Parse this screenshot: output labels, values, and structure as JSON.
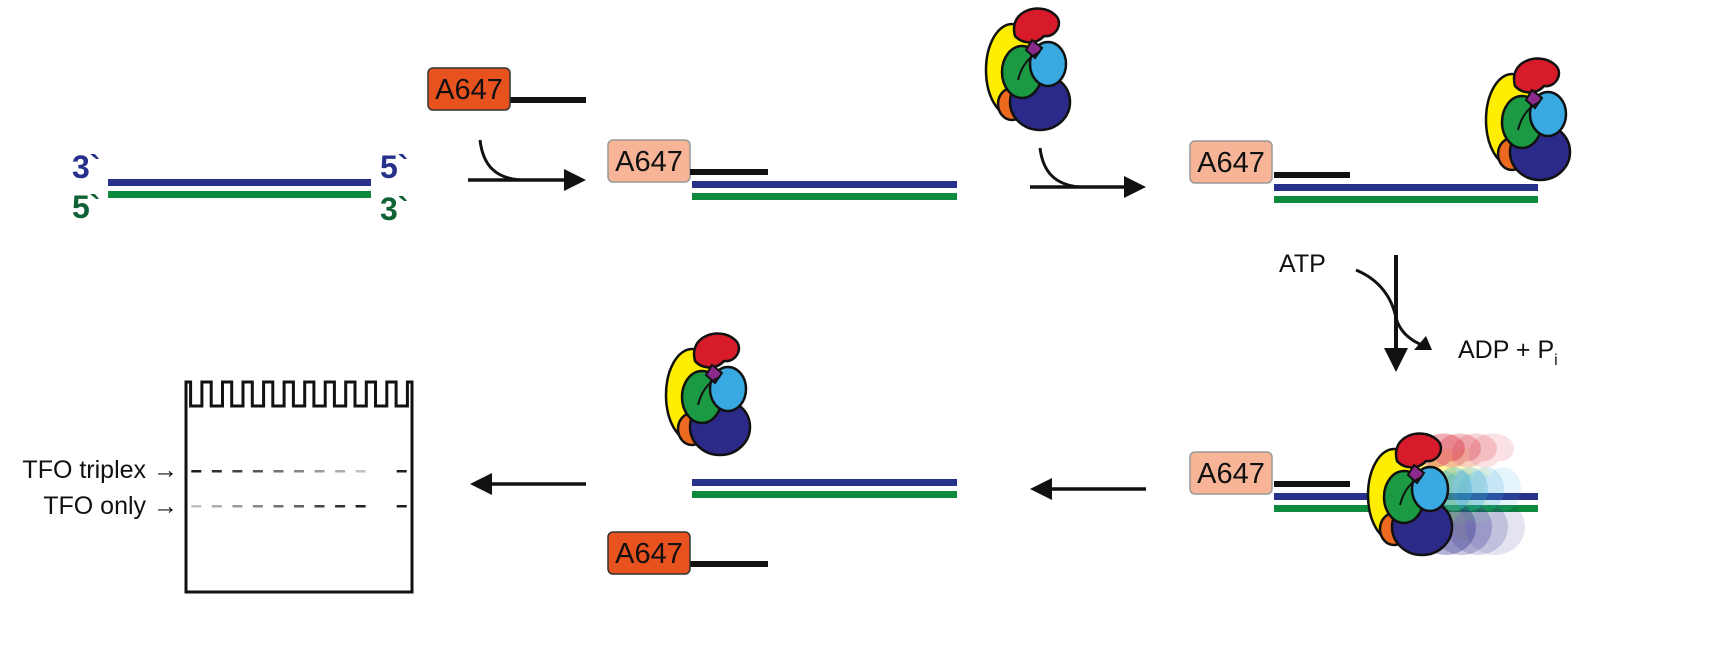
{
  "labels": {
    "three_prime": "3`",
    "five_prime": "5`",
    "fluor_tag": "A647",
    "atp": "ATP",
    "adp_pi": "ADP + P",
    "pi_subscript": "i",
    "tfo_triplex": "TFO triplex →",
    "tfo_only": "TFO only →"
  },
  "colors": {
    "top_strand": "#27318c",
    "bottom_strand": "#0e8a3c",
    "three_prime_label": "#27318c",
    "five_prime_label": "#0f6234",
    "tag_bright": "#e8521e",
    "tag_pale": "#f7b497",
    "tfo_line": "#111111",
    "enzyme_yellow": "#ffee00",
    "enzyme_red": "#d71b2b",
    "enzyme_cyan": "#38a9e1",
    "enzyme_green": "#1c9a43",
    "enzyme_orange": "#ec6a1f",
    "enzyme_navy": "#2c2a89",
    "enzyme_purple": "#8c2a8c"
  },
  "gel": {
    "wells": 11,
    "triplex_band_levels": [
      1,
      0.9,
      0.8,
      0.7,
      0.55,
      0.45,
      0.35,
      0.25,
      0.15,
      0,
      1
    ],
    "tfo_only_band_levels": [
      0.15,
      0.25,
      0.35,
      0.45,
      0.55,
      0.65,
      0.8,
      0.9,
      1,
      0,
      1
    ]
  }
}
